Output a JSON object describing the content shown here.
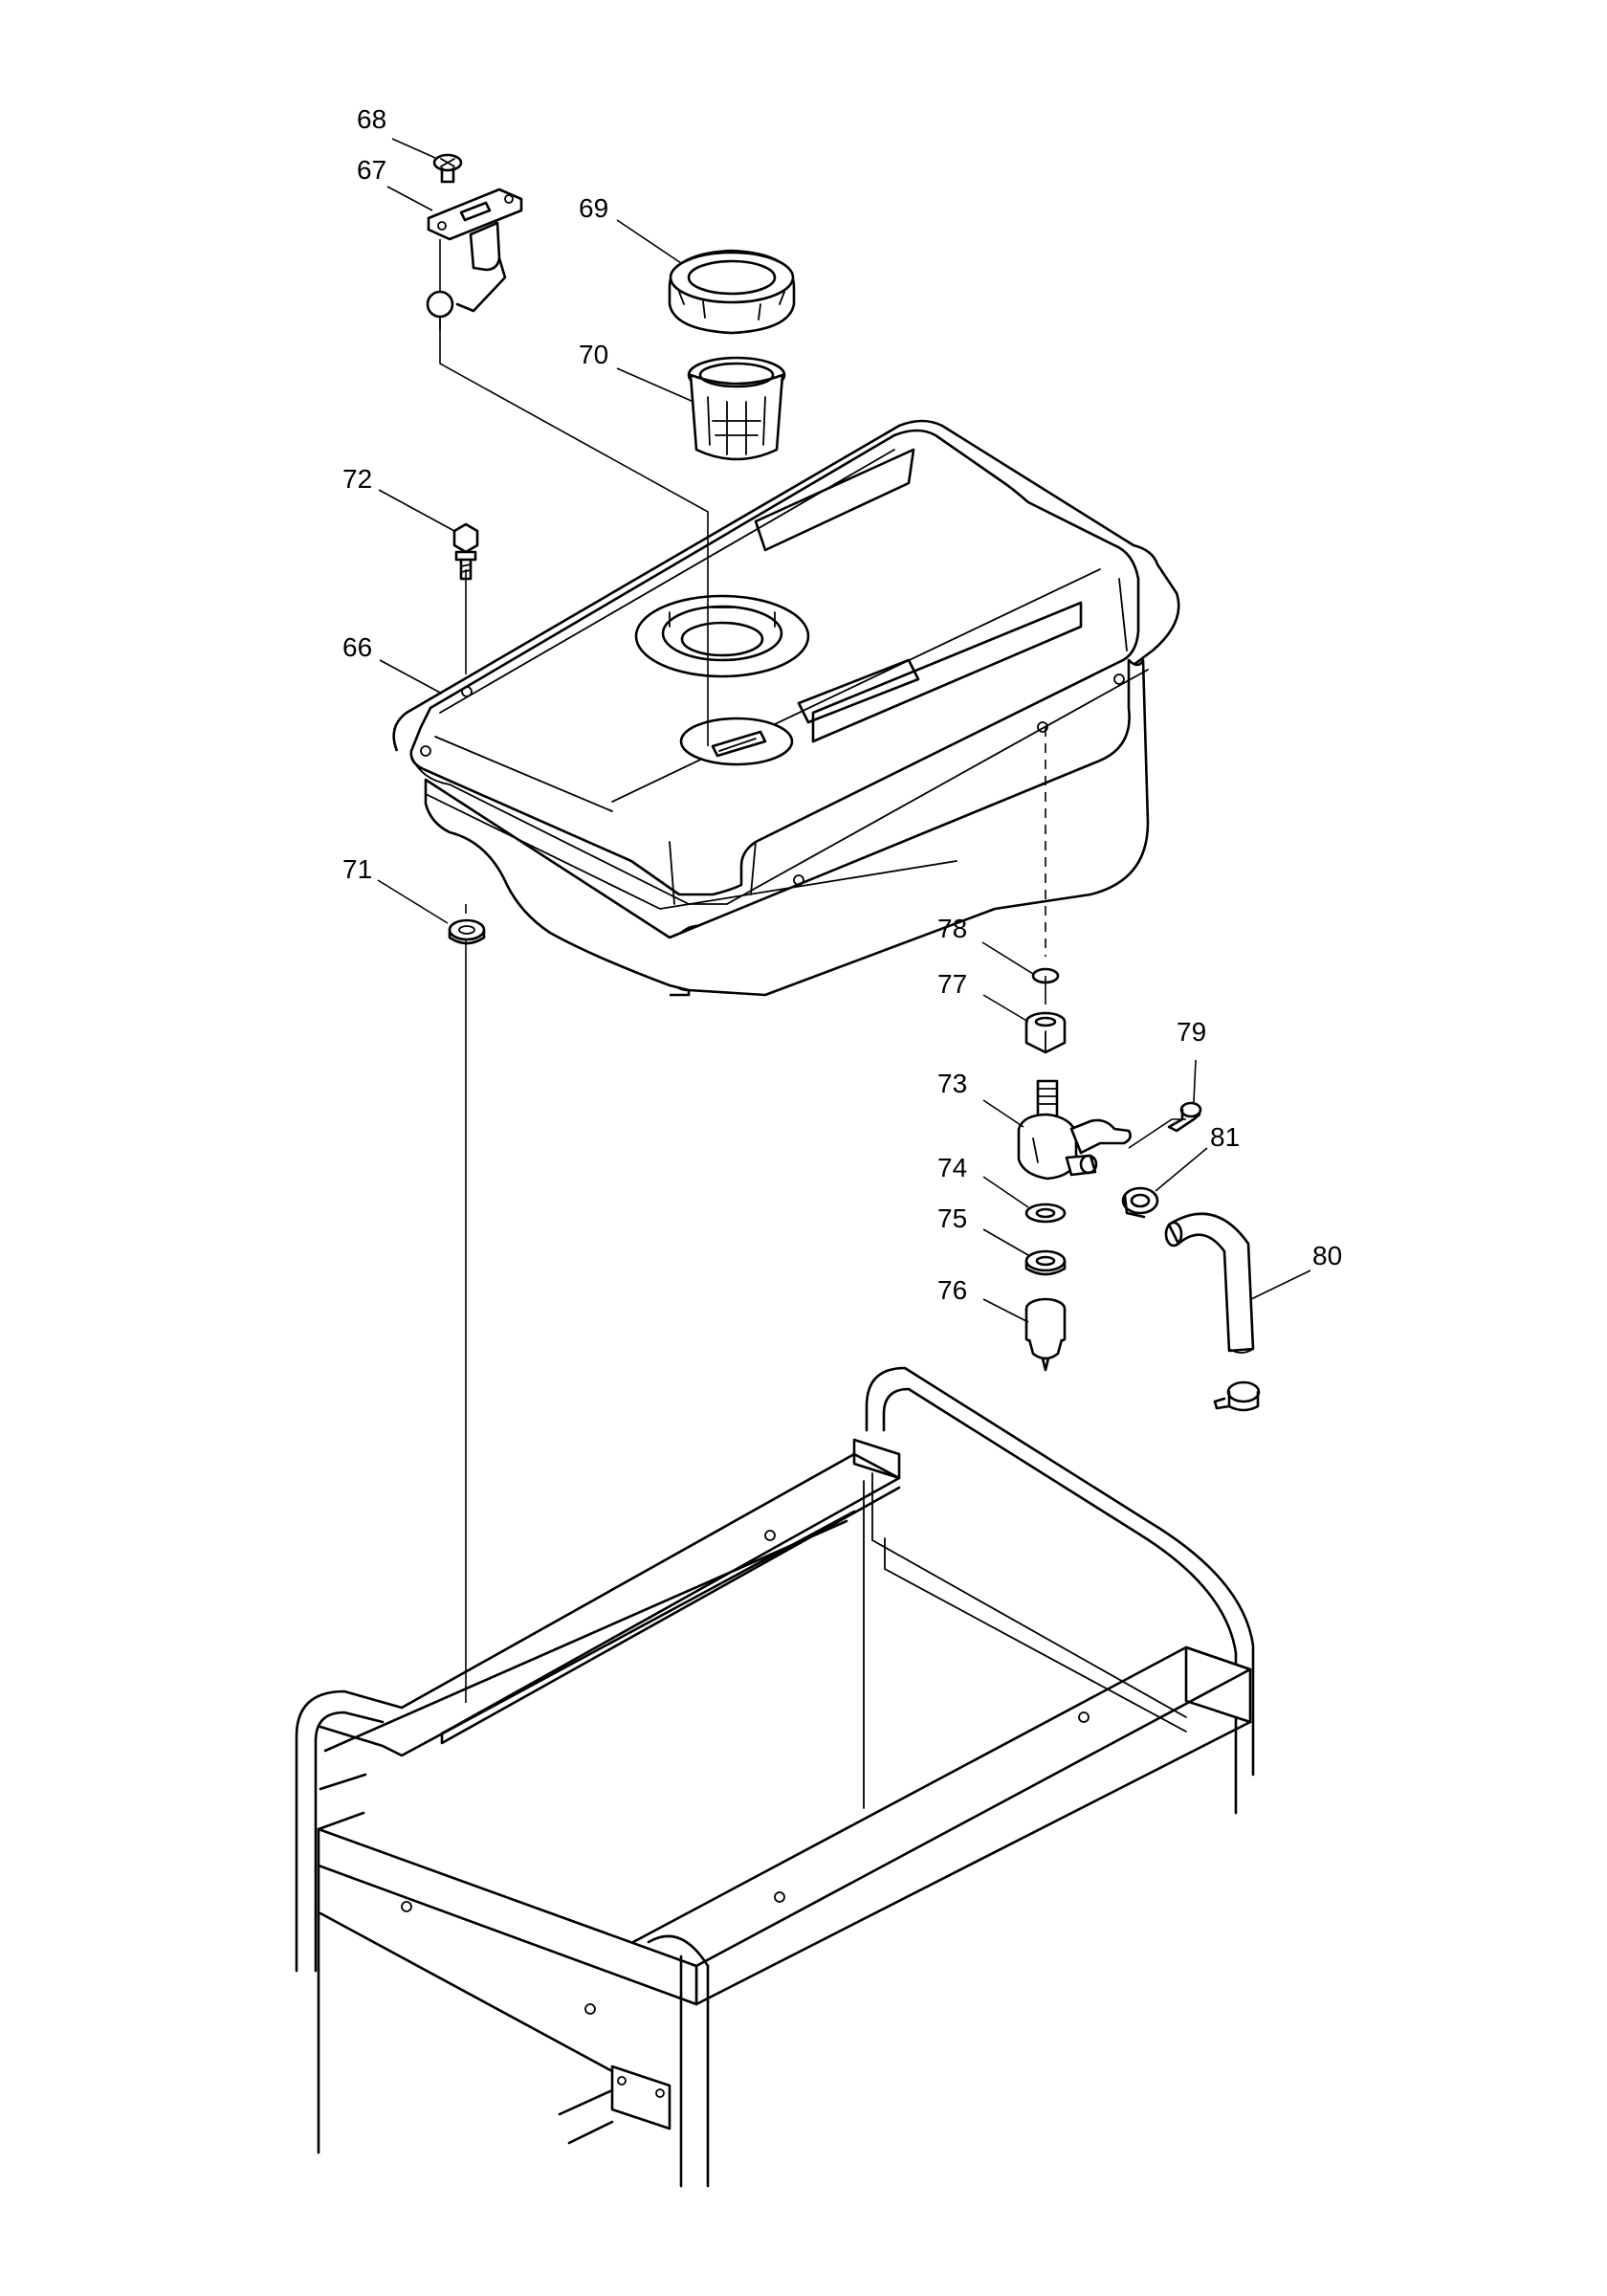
{
  "parts": [
    {
      "key": "p68",
      "number": "68"
    },
    {
      "key": "p67",
      "number": "67"
    },
    {
      "key": "p69",
      "number": "69"
    },
    {
      "key": "p70",
      "number": "70"
    },
    {
      "key": "p72",
      "number": "72"
    },
    {
      "key": "p66",
      "number": "66"
    },
    {
      "key": "p71",
      "number": "71"
    },
    {
      "key": "p78",
      "number": "78"
    },
    {
      "key": "p77",
      "number": "77"
    },
    {
      "key": "p79",
      "number": "79"
    },
    {
      "key": "p73",
      "number": "73"
    },
    {
      "key": "p81",
      "number": "81"
    },
    {
      "key": "p74",
      "number": "74"
    },
    {
      "key": "p75",
      "number": "75"
    },
    {
      "key": "p80",
      "number": "80"
    },
    {
      "key": "p76",
      "number": "76"
    }
  ]
}
